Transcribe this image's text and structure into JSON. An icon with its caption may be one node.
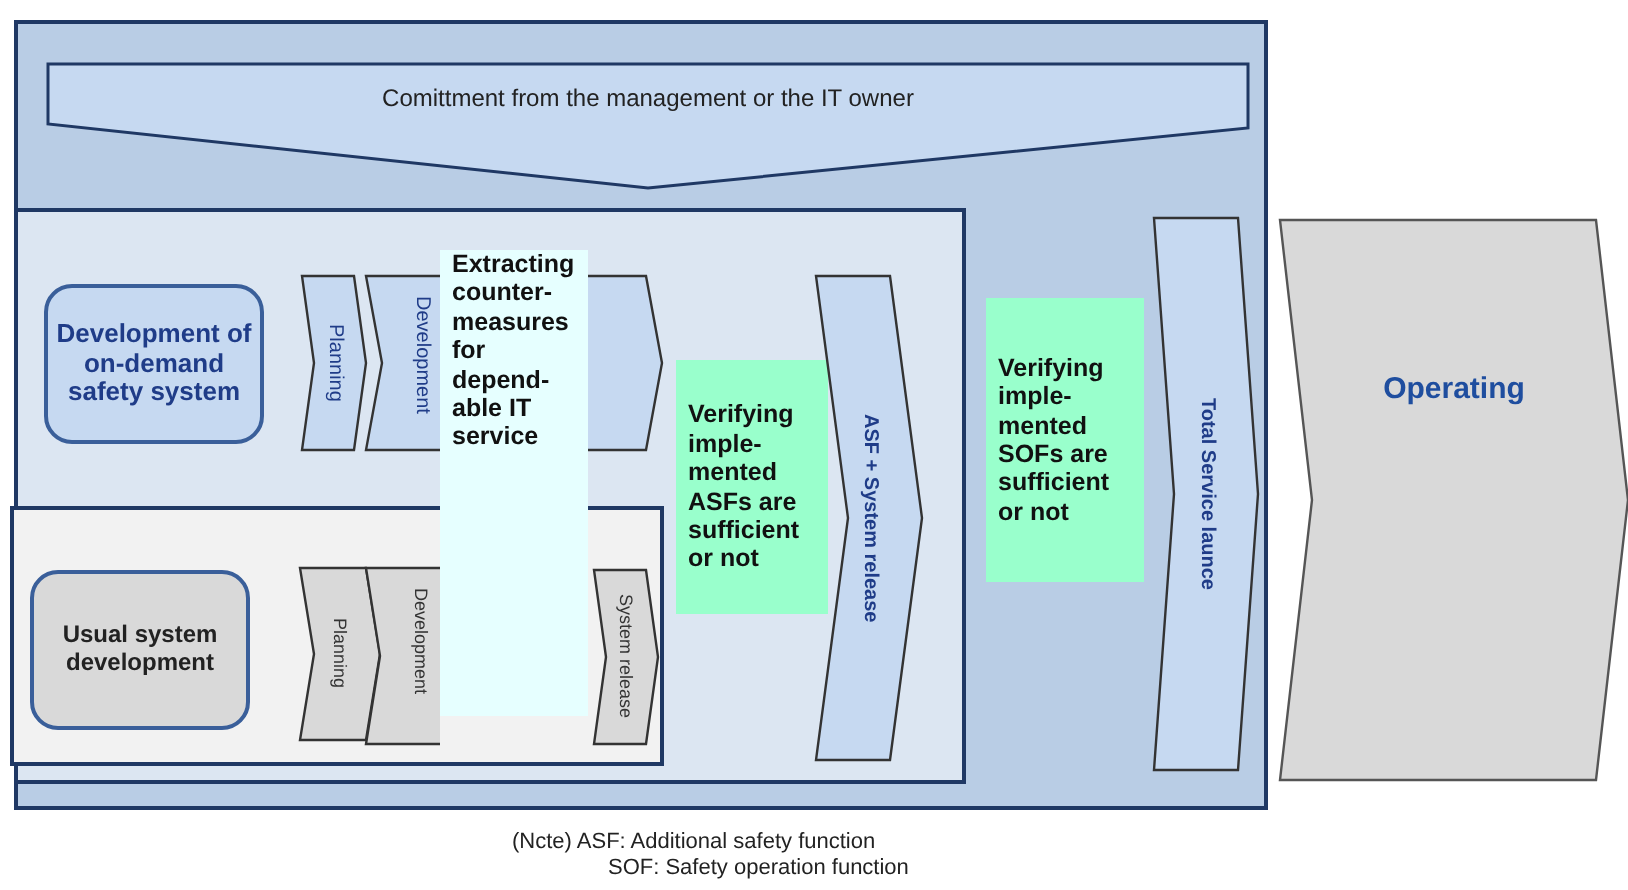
{
  "diagram": {
    "nodes": [
      {
        "text": [],
        "shape": "box"
      },
      {
        "text": [
          "Comittment  from the management or the IT owner"
        ],
        "in": 0
      },
      {
        "text": [],
        "shape": "box",
        "in": 0
      },
      {
        "text": [
          "Development of on-demand safety system"
        ],
        "in": 2
      },
      {
        "text": [
          "Planning"
        ],
        "in": 2
      },
      {
        "text": [
          "Development"
        ],
        "in": 2
      },
      {
        "text": [],
        "shape": "box",
        "in": 2
      },
      {
        "text": [
          "Usual system development"
        ],
        "in": 6
      },
      {
        "text": [
          "Planning"
        ],
        "in": 6
      },
      {
        "text": [
          "Development"
        ],
        "in": 6
      },
      {
        "text": [
          "System release"
        ],
        "in": 6
      },
      {
        "text": [
          "Extracting counter-measures for depend-able IT service"
        ],
        "in": 2
      },
      {
        "text": [
          "Verifying imple-mented ASFs are sufficient or not"
        ],
        "in": 2
      },
      {
        "text": [
          "ASF + System release"
        ],
        "in": 2
      },
      {
        "text": [
          "Verifying imple-mented SOFs are sufficient or not"
        ],
        "in": 0
      },
      {
        "text": [
          "Total Service launce"
        ],
        "in": 0
      },
      {
        "text": [
          "Operating"
        ]
      },
      {
        "text": [],
        "shape": "chevron",
        "in": 2
      }
    ],
    "labels": [
      "(Ncte)  ASF: Additional safety function",
      "SOF: Safety operation function"
    ]
  }
}
